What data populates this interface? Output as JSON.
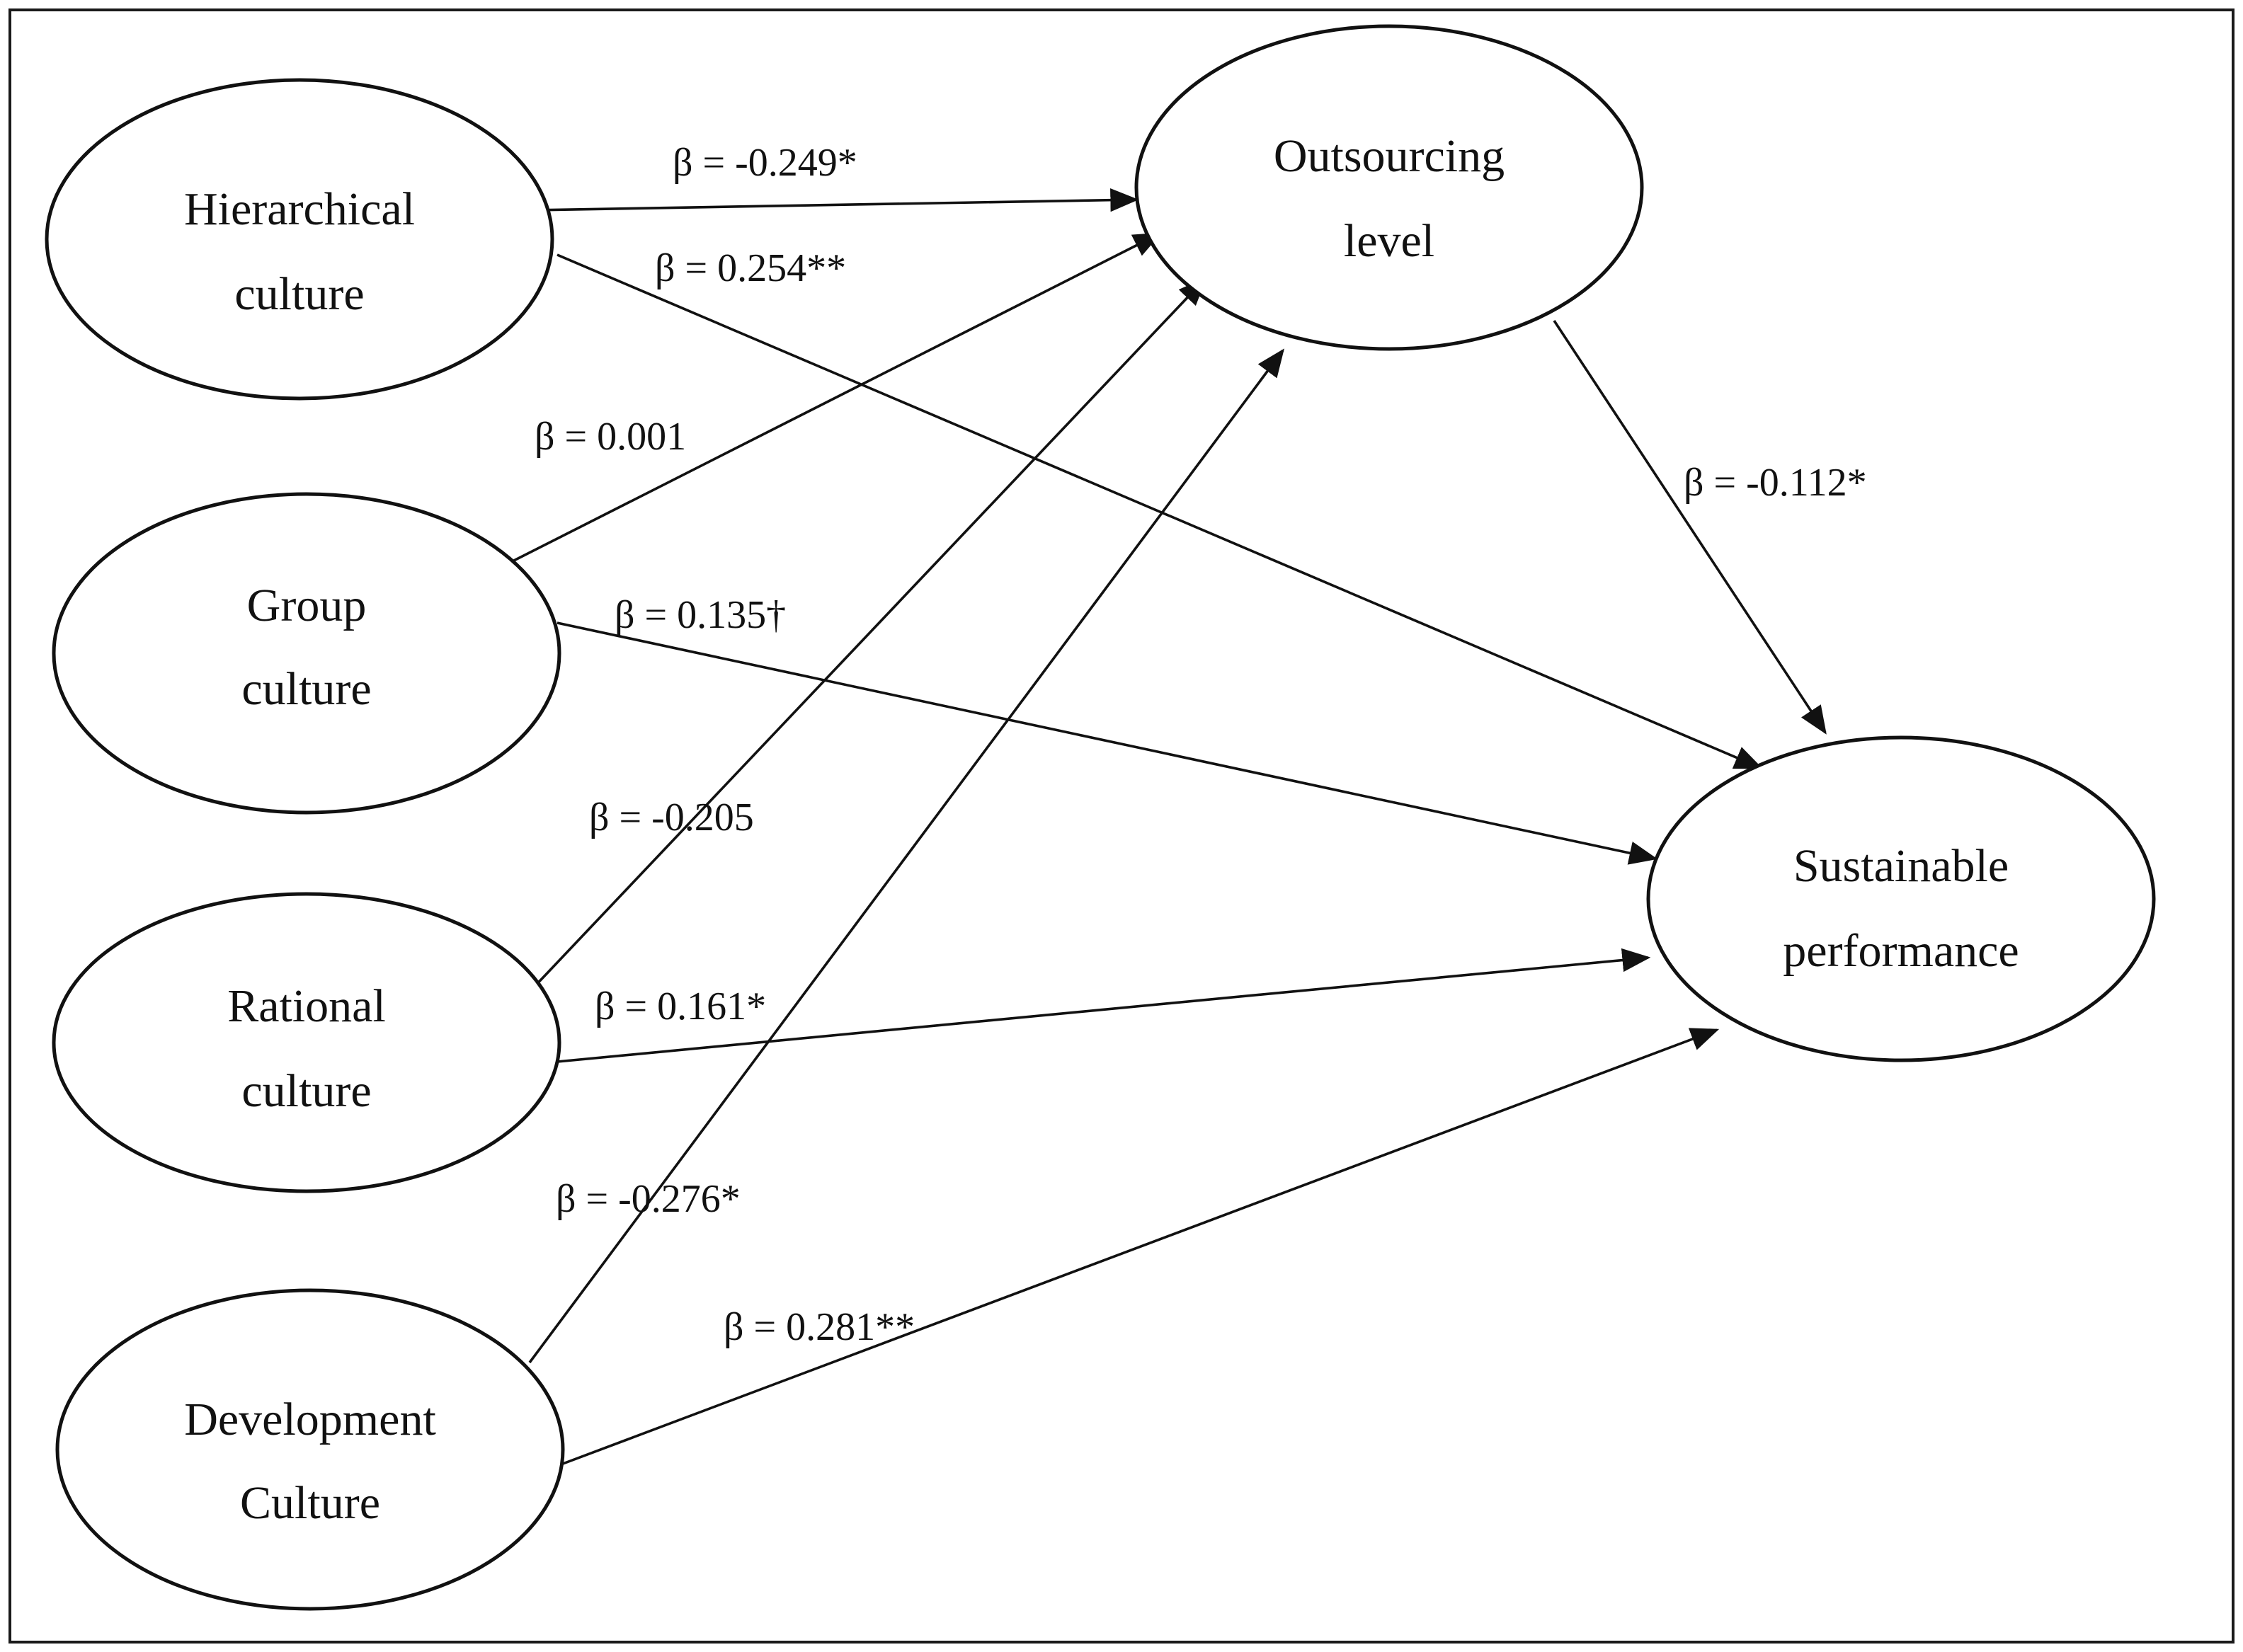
{
  "nodes": {
    "hierarchical": {
      "line1": "Hierarchical",
      "line2": "culture"
    },
    "group": {
      "line1": "Group",
      "line2": "culture"
    },
    "rational": {
      "line1": "Rational",
      "line2": "culture"
    },
    "development": {
      "line1": "Development",
      "line2": "Culture"
    },
    "outsourcing": {
      "line1": "Outsourcing",
      "line2": "level"
    },
    "sustainable": {
      "line1": "Sustainable",
      "line2": "performance"
    }
  },
  "edges": {
    "hierarchical_outsourcing": "β = -0.249*",
    "hierarchical_sustainable": "β = 0.254**",
    "group_outsourcing": "β = 0.001",
    "group_sustainable": "β = 0.135†",
    "rational_outsourcing": "β = -0.205",
    "rational_sustainable": "β = 0.161*",
    "development_outsourcing": "β = -0.276*",
    "development_sustainable": "β = 0.281**",
    "outsourcing_sustainable": "β = -0.112*"
  },
  "colors": {
    "stroke": "#111111",
    "background": "#ffffff"
  }
}
